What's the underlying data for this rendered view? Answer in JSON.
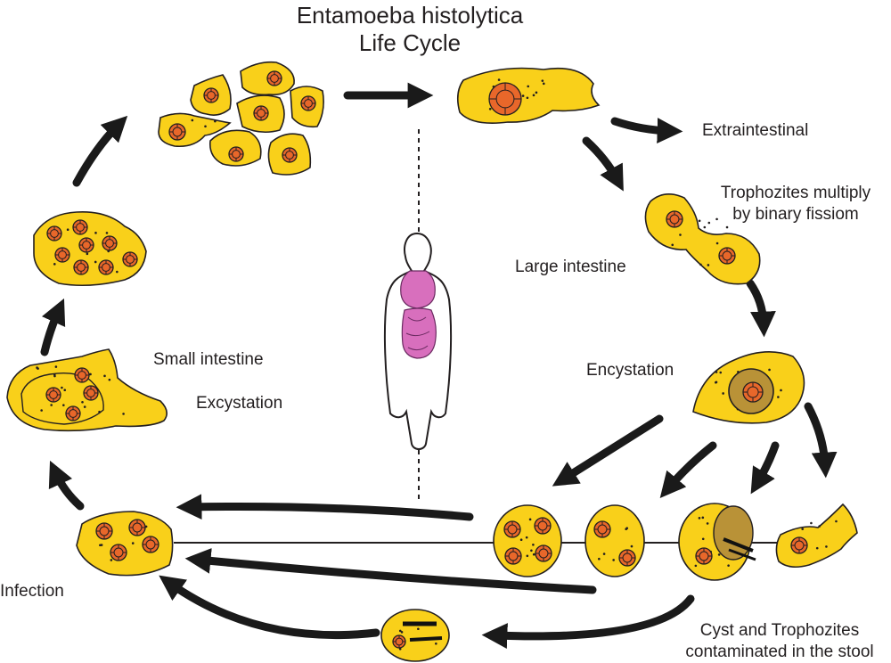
{
  "title": {
    "line1": "Entamoeba histolytica",
    "line2": "Life Cycle"
  },
  "labels": {
    "extraintestinal": "Extraintestinal",
    "trophozoites_line1": "Trophozites multiply",
    "trophozoites_line2": "by binary fissiom",
    "large_intestine": "Large intestine",
    "encystation": "Encystation",
    "small_intestine": "Small intestine",
    "excystation": "Excystation",
    "infection": "Infection",
    "stool_line1": "Cyst and Trophozites",
    "stool_line2": "contaminated in the stool"
  },
  "colors": {
    "cell_fill": "#f9d01a",
    "nucleus_fill": "#e8672a",
    "cyst_inner_fill": "#b99237",
    "organ_fill": "#d86fbd",
    "stroke": "#231f20",
    "arrow": "#1a1a1a"
  },
  "icons": {
    "body": "human-body-silhouette-icon",
    "arrows": "curved-arrow-icon"
  }
}
